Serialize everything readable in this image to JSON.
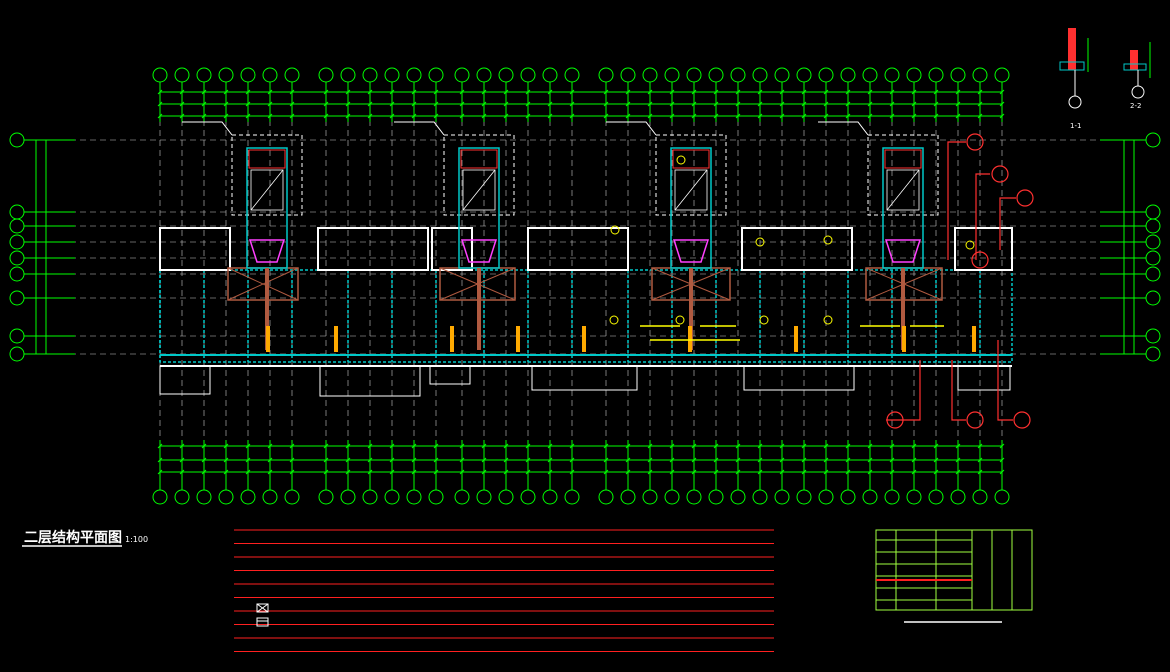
{
  "drawing": {
    "title": "二层结构平面图",
    "scale": "1:100",
    "section_labels": [
      "1-1",
      "2-2"
    ]
  },
  "colors": {
    "background": "#000000",
    "grid_axis": "#00ff00",
    "dashed_grid": "#c8c8c8",
    "columns": "#00c8c8",
    "walls": "#ffffff",
    "callouts": "#ffffff",
    "yellow_marks": "#ffff00",
    "red_details": "#ff3030",
    "magenta": "#ff40ff",
    "brown_beams": "#b05a40",
    "orange_cols": "#ffaa00",
    "note_lines": "#ff2020",
    "title_block": "#a0ff40"
  },
  "icons": [
    "boxed-x-legend-icon",
    "box-legend-icon"
  ]
}
